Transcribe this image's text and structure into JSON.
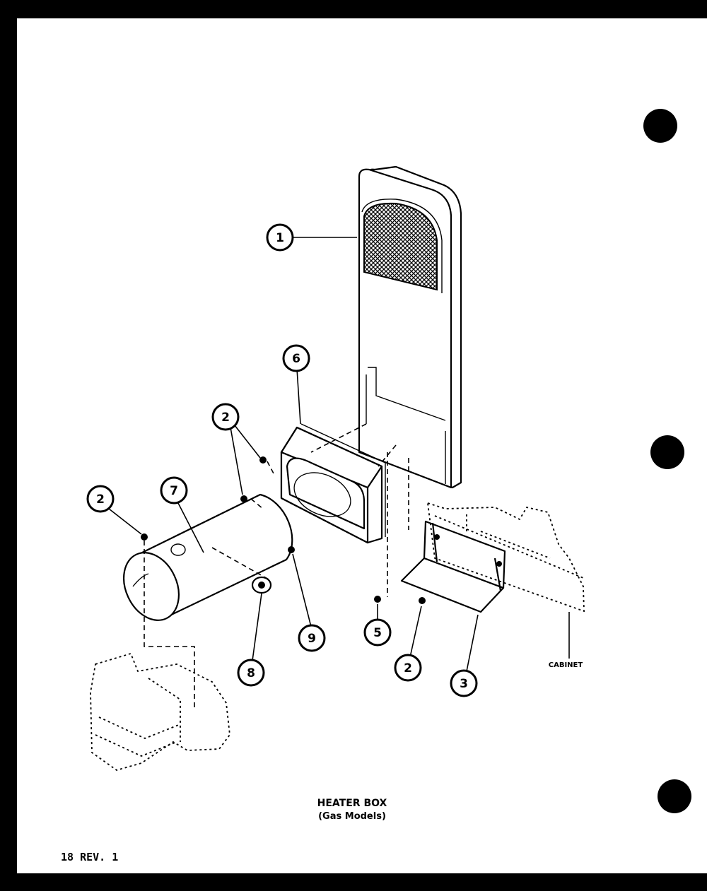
{
  "title": "HEATER BOX",
  "subtitle": "(Gas Models)",
  "page_ref": "18 REV. 1",
  "cabinet_label": "CABINET",
  "callouts": [
    "1",
    "6",
    "2",
    "2",
    "7",
    "5",
    "2",
    "3",
    "9",
    "8"
  ]
}
